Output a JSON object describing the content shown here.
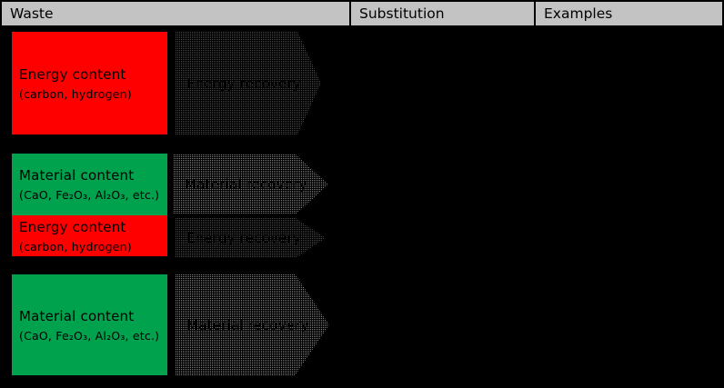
{
  "header": {
    "columns": [
      "Waste",
      "Substitution",
      "Examples"
    ]
  },
  "colors": {
    "background": "#000000",
    "header_bg": "#c3c3c3",
    "red": "#ff0000",
    "green": "#00a24e",
    "dot_red": "#ff0000",
    "dot_green": "#2eb06a",
    "text": "#000000"
  },
  "rows": [
    {
      "box": {
        "title": "Energy content",
        "subtitle": "(carbon, hydrogen)"
      },
      "arrow_label": "Energy recovery"
    },
    {
      "box": {
        "title": "Material content",
        "subtitle": "(CaO, Fe₂O₃, Al₂O₃, etc.)"
      },
      "arrow_label": "Material recovery"
    },
    {
      "box": {
        "title": "Energy content",
        "subtitle": "(carbon, hydrogen)"
      },
      "arrow_label": "Energy recovery"
    },
    {
      "box": {
        "title": "Material content",
        "subtitle": "(CaO, Fe₂O₃, Al₂O₃, etc.)"
      },
      "arrow_label": "Material recovery"
    }
  ]
}
